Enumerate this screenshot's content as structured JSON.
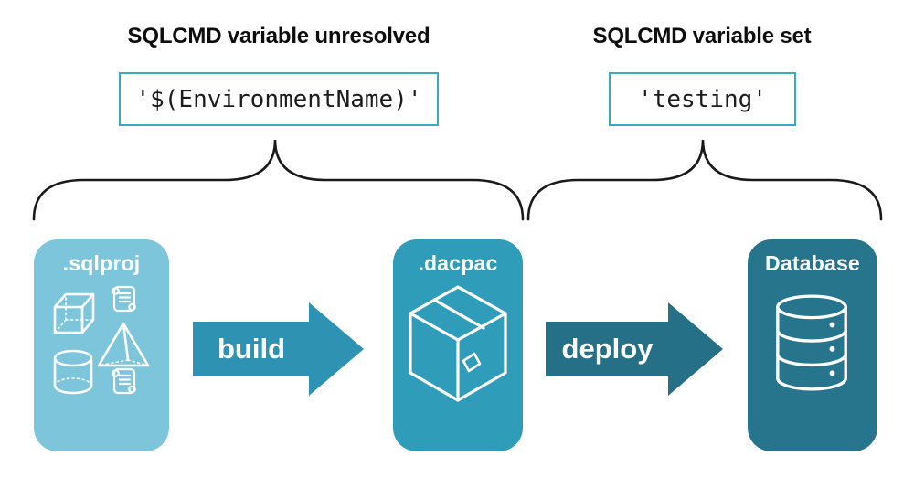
{
  "diagram": {
    "annotations": {
      "unresolved": {
        "heading": "SQLCMD variable unresolved",
        "code": "'$(EnvironmentName)'"
      },
      "set": {
        "heading": "SQLCMD variable set",
        "code": "'testing'"
      }
    },
    "stages": [
      {
        "label": ".sqlproj",
        "icon": "sql-project-objects-icon"
      },
      {
        "label": ".dacpac",
        "icon": "package-box-icon"
      },
      {
        "label": "Database",
        "icon": "database-cylinder-icon"
      }
    ],
    "arrows": [
      {
        "label": "build"
      },
      {
        "label": "deploy"
      }
    ],
    "colors": {
      "background": "#ffffff",
      "light_card": "#7dc5da",
      "mid_card": "#2f9cba",
      "dark_card": "#26758d",
      "build_arrow": "#2e92b2",
      "deploy_arrow": "#256f87",
      "box_border": "#3aa9c6",
      "brace_line": "#1a1a1a"
    }
  }
}
